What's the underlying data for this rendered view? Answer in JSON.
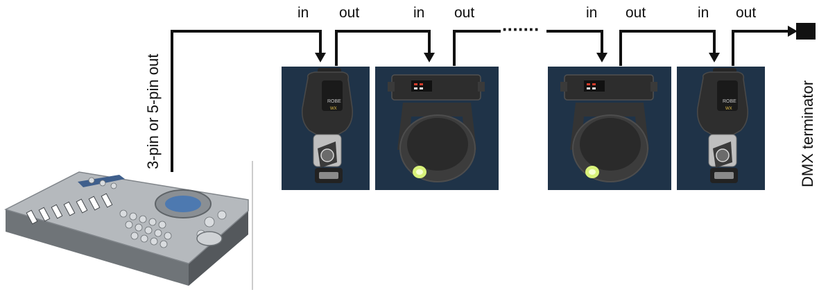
{
  "labels": {
    "in": "in",
    "out": "out",
    "cable_label": "3-pin or 5-pin out",
    "terminator_label": "DMX terminator"
  },
  "chain": {
    "ellipsis": "·······"
  },
  "colors": {
    "line": "#111111",
    "fixture_bg": "#1f3348",
    "fixture_body": "#2b2b2b",
    "lens_glow": "#d9f27a",
    "console_body": "#a9adb1"
  },
  "icons": [
    "lighting-console-icon",
    "moving-head-spot-icon",
    "moving-head-wash-icon",
    "arrow-down-icon",
    "dmx-terminator-icon"
  ]
}
